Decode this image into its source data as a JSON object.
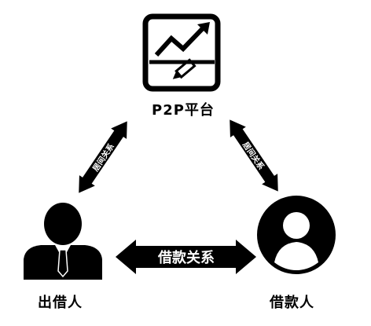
{
  "nodes": {
    "platform": {
      "label": "P2P平台",
      "icon": "chart-pen-icon"
    },
    "lender": {
      "label": "出借人",
      "icon": "businessman-icon"
    },
    "borrower": {
      "label": "借款人",
      "icon": "user-circle-icon"
    }
  },
  "edges": {
    "left": {
      "label": "居间关系"
    },
    "right": {
      "label": "居间关系"
    },
    "bottom": {
      "label": "借款关系"
    }
  },
  "colors": {
    "ink": "#000000",
    "paper": "#ffffff"
  }
}
